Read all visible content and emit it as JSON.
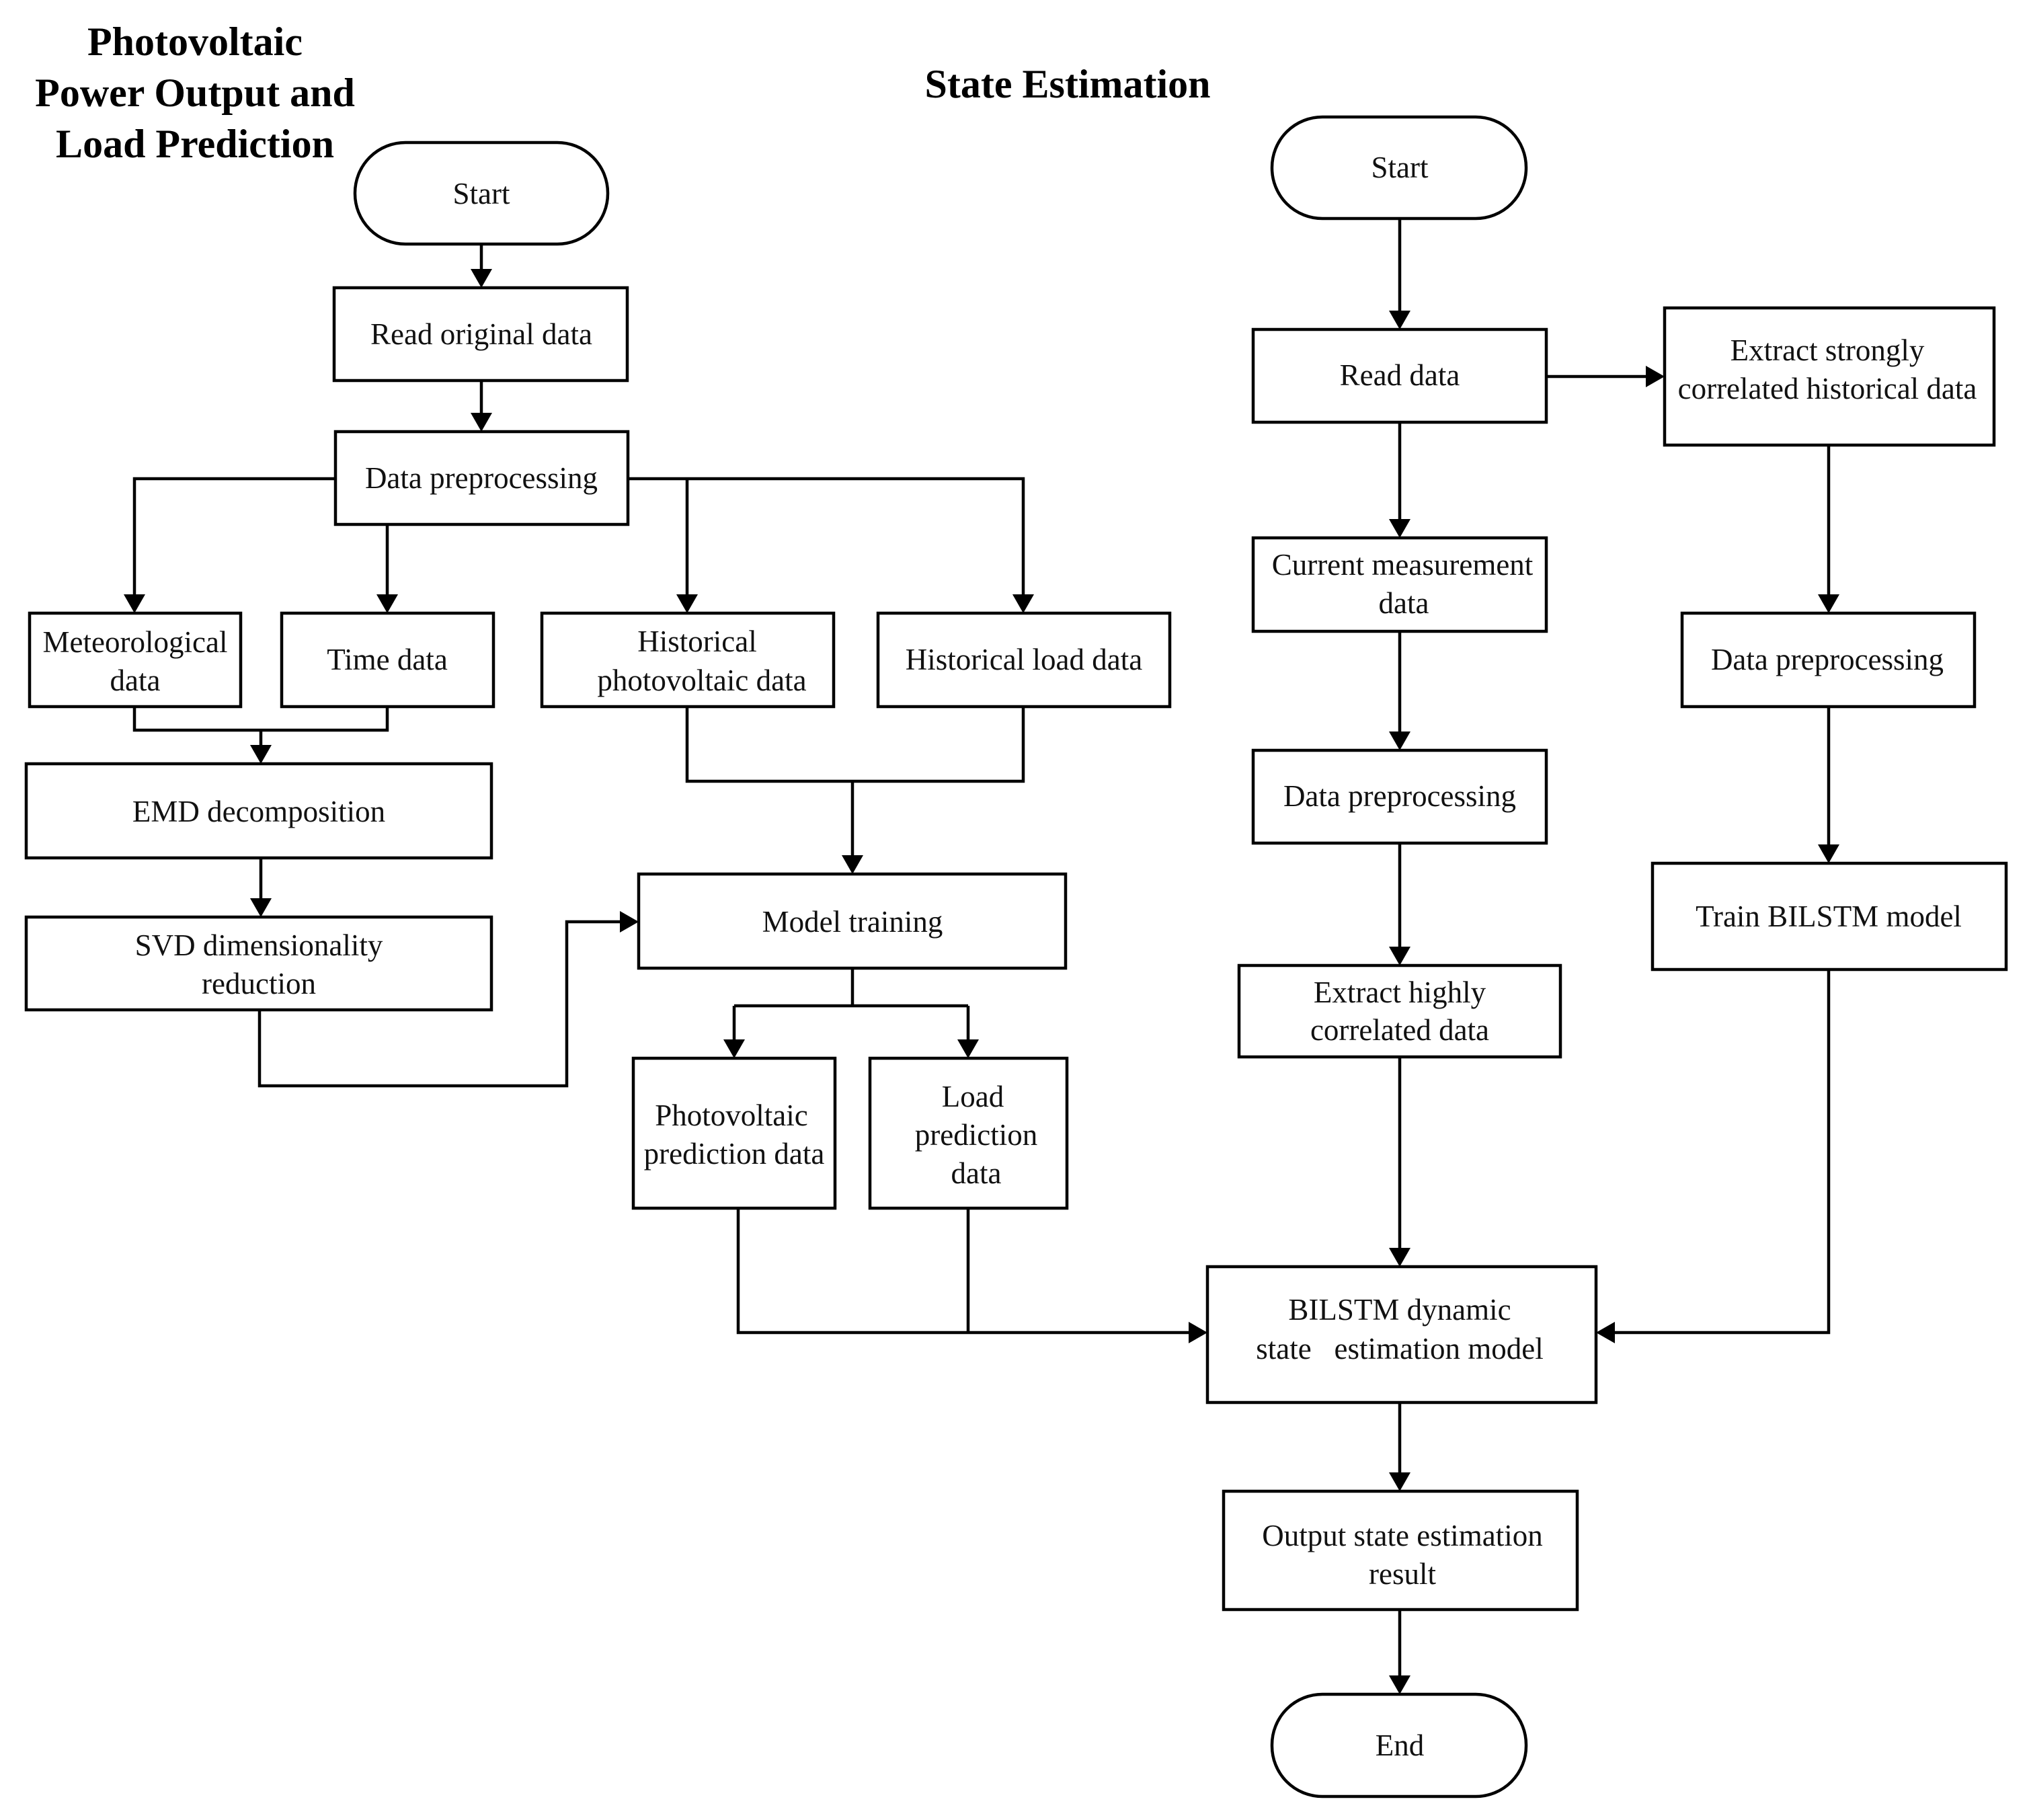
{
  "titles": {
    "left": [
      "Photovoltaic",
      "Power Output and",
      "Load Prediction"
    ],
    "right": "State Estimation"
  },
  "nodes": {
    "start_left": "Start",
    "read_original": "Read original data",
    "preprocess_left": "Data preprocessing",
    "meteorological": [
      "Meteorological",
      "data"
    ],
    "time_data": "Time data",
    "historical_pv": [
      "Historical",
      "photovoltaic data"
    ],
    "historical_load": "Historical load data",
    "emd": "EMD decomposition",
    "svd": [
      "SVD dimensionality",
      "reduction"
    ],
    "model_training": "Model training",
    "pv_prediction": [
      "Photovoltaic",
      "prediction data"
    ],
    "load_prediction": [
      "Load",
      "prediction",
      "data"
    ],
    "start_right": "Start",
    "read_data": "Read data",
    "extract_strongly": [
      "Extract strongly",
      "correlated historical data"
    ],
    "current_measurement": [
      "Current measurement",
      "data"
    ],
    "preprocess_right_top": "Data preprocessing",
    "preprocess_right_mid": "Data preprocessing",
    "train_bilstm": "Train BILSTM model",
    "extract_highly": [
      "Extract highly",
      "correlated data"
    ],
    "bilstm_model": [
      "BILSTM dynamic",
      "state   estimation model"
    ],
    "output_result": [
      "Output state estimation",
      "result"
    ],
    "end": "End"
  }
}
